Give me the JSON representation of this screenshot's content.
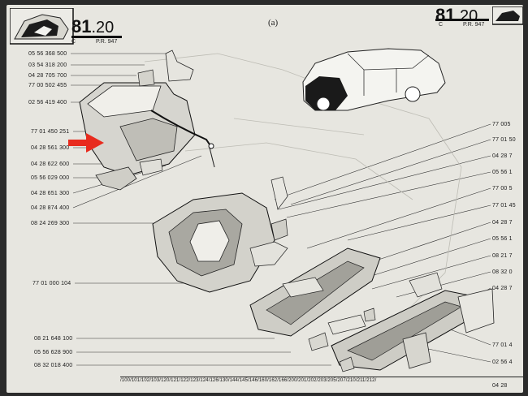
{
  "header": {
    "section_main": "81",
    "section_sub": "20",
    "c_mark": "C",
    "pr": "P.R. 947",
    "diagram_letter": "(a)"
  },
  "header_right": {
    "section_main": "81",
    "section_sub": "20",
    "c_mark": "C",
    "pr": "P.R. 947"
  },
  "left_labels": [
    "05 56 368 500",
    "03 54 318 200",
    "04 28 705 700",
    "77 00 502 455",
    "02 56 419 400",
    "77 01 450 251",
    "04 28 561 300",
    "04 28 622 600",
    "05 56 029 000",
    "04 28 651 300",
    "04 28 874 400",
    "08 24 269 300",
    "77 01 000 104",
    "08 21 648 100",
    "05 56 628 900",
    "08 32 018 400"
  ],
  "right_labels": [
    "77 005",
    "77 01 50",
    "04 28 7",
    "05 56 1",
    "77 00 5",
    "77 01 45",
    "04 28 7",
    "05 56 1",
    "08 21 7",
    "08 32 0",
    "04 28 7",
    "77 01 4",
    "02 56 4",
    "04 28"
  ],
  "footer_codes": "/100/101/102/103/120/121/122/123/124/126/130/144/145/146/160/162/166/200/201/202/203/205/207/210/211/212/"
}
